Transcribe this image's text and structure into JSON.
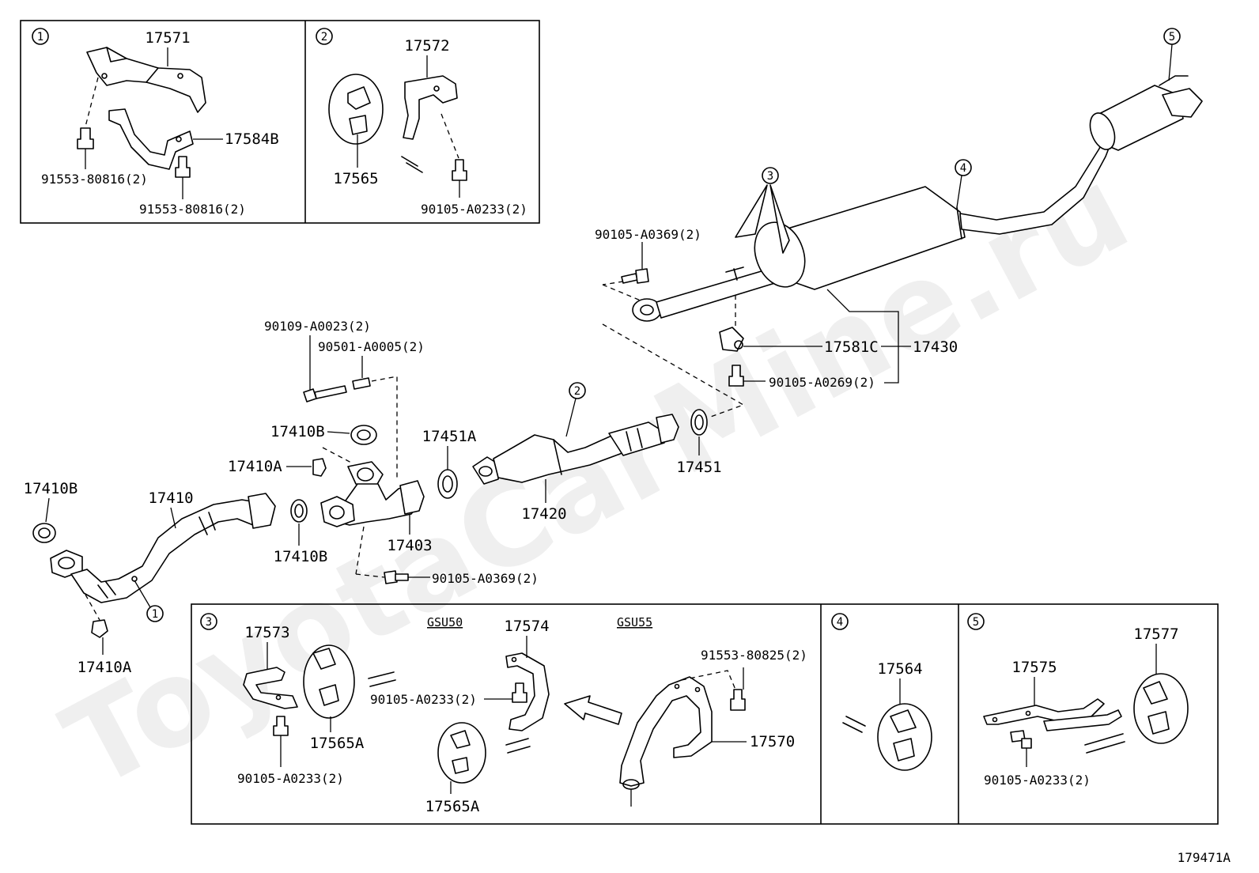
{
  "watermark": "ToyotaCarMine.ru",
  "diagram_id": "179471A",
  "callouts": [
    "1",
    "2",
    "3",
    "4",
    "5"
  ],
  "parts": {
    "p17571": "17571",
    "p17584B": "17584B",
    "p91553_80816_a": "91553-80816(2)",
    "p91553_80816_b": "91553-80816(2)",
    "p17572": "17572",
    "p17565": "17565",
    "p90105_A0233_box2": "90105-A0233(2)",
    "p90105_A0369_top": "90105-A0369(2)",
    "p17581C": "17581C",
    "p17430": "17430",
    "p90105_A0269": "90105-A0269(2)",
    "p90109_A0023": "90109-A0023(2)",
    "p90501_A0005": "90501-A0005(2)",
    "p17410B_mid": "17410B",
    "p17410A_mid": "17410A",
    "p17451A": "17451A",
    "p17451": "17451",
    "p17420": "17420",
    "p17410B_left": "17410B",
    "p17410": "17410",
    "p17410B_low": "17410B",
    "p17403": "17403",
    "p90105_A0369_low": "90105-A0369(2)",
    "p17410A_low": "17410A",
    "p17573": "17573",
    "p17565A_a": "17565A",
    "p90105_A0233_box3a": "90105-A0233(2)",
    "p17574": "17574",
    "p90105_A0233_box3b": "90105-A0233(2)",
    "p17565A_b": "17565A",
    "p91553_80825": "91553-80825(2)",
    "p17570": "17570",
    "p17564": "17564",
    "p17575": "17575",
    "p17577": "17577",
    "p90105_A0233_box5": "90105-A0233(2)"
  },
  "variants": {
    "gsu50": "GSU50",
    "gsu55": "GSU55"
  }
}
